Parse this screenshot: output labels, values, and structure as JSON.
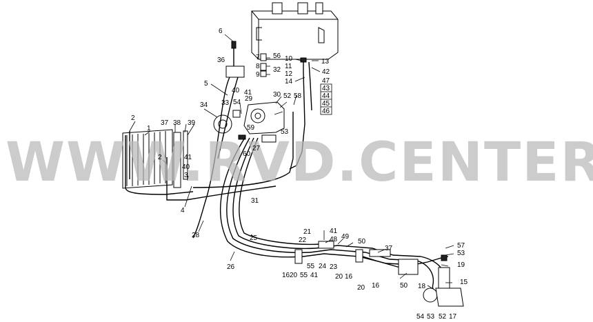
{
  "watermark": "WWW.RVD.CENTER",
  "labels": [
    "1",
    "2",
    "2",
    "3",
    "4",
    "5",
    "6",
    "7",
    "8",
    "9",
    "10",
    "11",
    "12",
    "13",
    "14",
    "15",
    "16",
    "16",
    "16",
    "17",
    "18",
    "19",
    "20",
    "20",
    "20",
    "21",
    "22",
    "23",
    "24",
    "25",
    "26",
    "27",
    "28",
    "29",
    "30",
    "31",
    "32",
    "33",
    "34",
    "36",
    "37",
    "37",
    "38",
    "39",
    "40",
    "40",
    "41",
    "41",
    "41",
    "41",
    "42",
    "43",
    "44",
    "45",
    "46",
    "47",
    "48",
    "49",
    "50",
    "50",
    "52",
    "52",
    "53",
    "53",
    "53",
    "54",
    "54",
    "55",
    "55",
    "56",
    "57",
    "58",
    "59",
    "60"
  ]
}
